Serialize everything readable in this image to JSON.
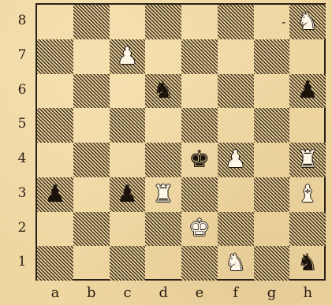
{
  "board": {
    "files": [
      "a",
      "b",
      "c",
      "d",
      "e",
      "f",
      "g",
      "h"
    ],
    "ranks": [
      "8",
      "7",
      "6",
      "5",
      "4",
      "3",
      "2",
      "1"
    ],
    "pieces": [
      {
        "square": "h8",
        "color": "white",
        "type": "knight",
        "icon": "knight-icon",
        "glyph": "♞"
      },
      {
        "square": "c7",
        "color": "white",
        "type": "pawn",
        "icon": "pawn-icon",
        "glyph": "♟"
      },
      {
        "square": "d6",
        "color": "black",
        "type": "knight",
        "icon": "knight-icon",
        "glyph": "♞"
      },
      {
        "square": "h6",
        "color": "black",
        "type": "pawn",
        "icon": "pawn-icon",
        "glyph": "♟"
      },
      {
        "square": "e4",
        "color": "black",
        "type": "king",
        "icon": "king-icon",
        "glyph": "♚"
      },
      {
        "square": "f4",
        "color": "white",
        "type": "pawn",
        "icon": "pawn-icon",
        "glyph": "♟"
      },
      {
        "square": "h4",
        "color": "white",
        "type": "rook",
        "icon": "rook-icon",
        "glyph": "♜"
      },
      {
        "square": "a3",
        "color": "black",
        "type": "pawn",
        "icon": "pawn-icon",
        "glyph": "♟"
      },
      {
        "square": "c3",
        "color": "black",
        "type": "pawn",
        "icon": "pawn-icon",
        "glyph": "♟"
      },
      {
        "square": "d3",
        "color": "white",
        "type": "rook",
        "icon": "rook-icon",
        "glyph": "♜"
      },
      {
        "square": "h3",
        "color": "white",
        "type": "bishop",
        "icon": "bishop-icon",
        "glyph": "♝"
      },
      {
        "square": "e2",
        "color": "white",
        "type": "king",
        "icon": "king-icon",
        "glyph": "♚"
      },
      {
        "square": "f1",
        "color": "white",
        "type": "knight",
        "icon": "knight-icon",
        "glyph": "♞"
      },
      {
        "square": "h1",
        "color": "black",
        "type": "knight",
        "icon": "knight-icon",
        "glyph": "♞"
      }
    ],
    "marker_h8": "-"
  },
  "colors": {
    "paper": "#efd7a2",
    "ink": "#2a1f14"
  }
}
